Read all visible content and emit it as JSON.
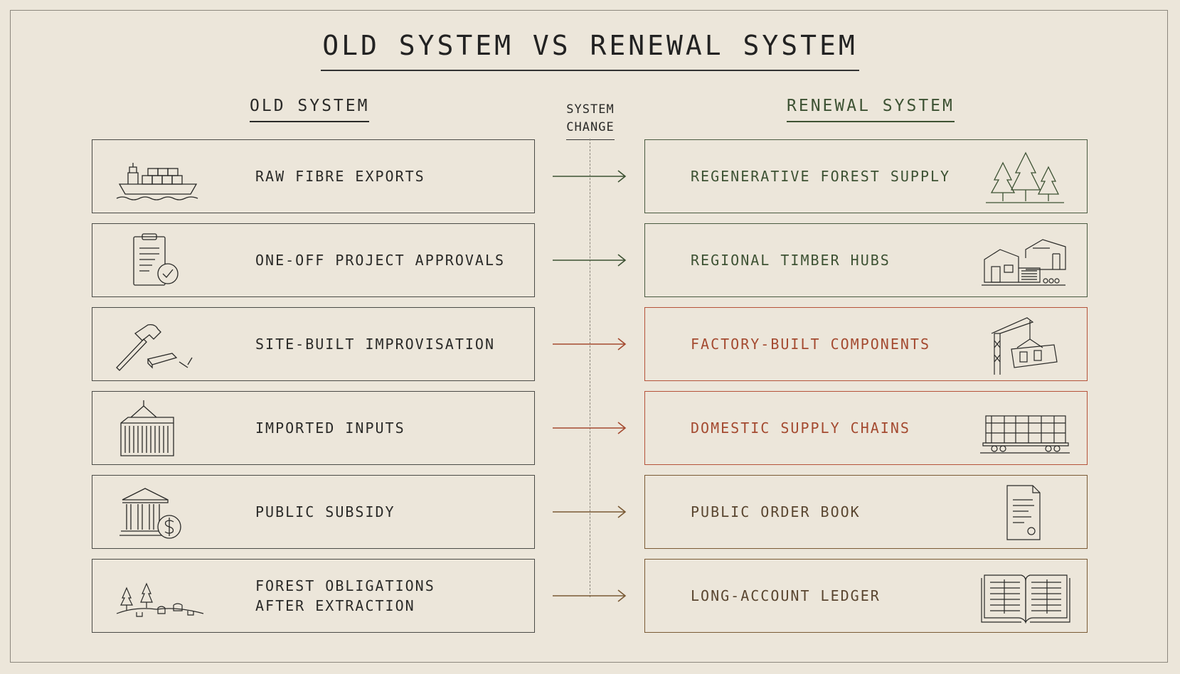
{
  "title": "OLD SYSTEM VS RENEWAL SYSTEM",
  "columns": {
    "old": "OLD SYSTEM",
    "change_line1": "SYSTEM",
    "change_line2": "CHANGE",
    "renewal": "RENEWAL SYSTEM"
  },
  "colors": {
    "green": "#3d5233",
    "red": "#a44a30",
    "brown": "#5a4630",
    "ink": "#2a2a28"
  },
  "rows": [
    {
      "old": "RAW FIBRE EXPORTS",
      "old_icon": "cargo-ship-icon",
      "renewal": "REGENERATIVE FOREST SUPPLY",
      "renewal_icon": "pine-trees-icon",
      "tone": "green"
    },
    {
      "old": "ONE-OFF PROJECT APPROVALS",
      "old_icon": "clipboard-check-icon",
      "renewal": "REGIONAL TIMBER HUBS",
      "renewal_icon": "timber-hub-buildings-icon",
      "tone": "green"
    },
    {
      "old": "SITE-BUILT IMPROVISATION",
      "old_icon": "hammer-icon",
      "renewal": "FACTORY-BUILT COMPONENTS",
      "renewal_icon": "crane-module-icon",
      "tone": "red"
    },
    {
      "old": "IMPORTED INPUTS",
      "old_icon": "shipping-container-icon",
      "renewal": "DOMESTIC SUPPLY CHAINS",
      "renewal_icon": "freight-railcar-icon",
      "tone": "red"
    },
    {
      "old": "PUBLIC SUBSIDY",
      "old_icon": "bank-dollar-icon",
      "renewal": "PUBLIC ORDER BOOK",
      "renewal_icon": "contract-document-icon",
      "tone": "brown"
    },
    {
      "old": "FOREST OBLIGATIONS\nAFTER EXTRACTION",
      "old_icon": "stumps-icon",
      "renewal": "LONG-ACCOUNT LEDGER",
      "renewal_icon": "open-ledger-icon",
      "tone": "brown"
    }
  ]
}
